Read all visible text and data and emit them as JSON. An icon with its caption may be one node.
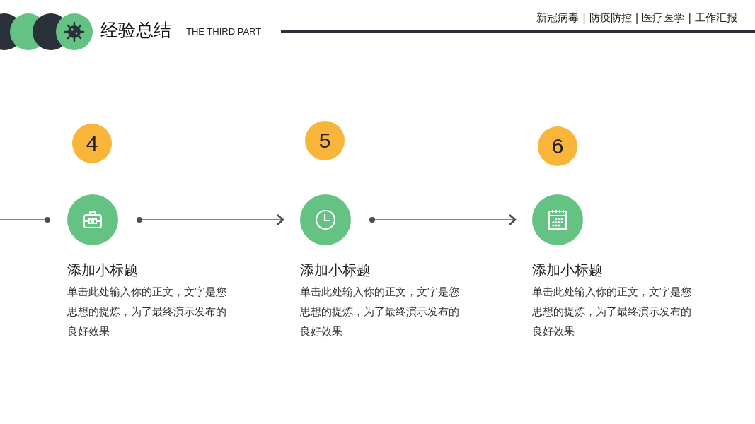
{
  "diagram": {
    "title": "经验总结",
    "nodes": [
      {
        "text": [
          "4"
        ]
      },
      {
        "text": [],
        "shape": "circle",
        "beside": [
          "添加小标题",
          "单击此处输入你的正文，文字是您思想的提炼，为了最终演示发布的良好效果"
        ]
      },
      {
        "text": [
          "5"
        ]
      },
      {
        "text": [],
        "shape": "circle",
        "beside": [
          "添加小标题",
          "单击此处输入你的正文，文字是您思想的提炼，为了最终演示发布的良好效果"
        ]
      },
      {
        "text": [
          "6"
        ]
      },
      {
        "text": [],
        "shape": "circle",
        "beside": [
          "添加小标题",
          "单击此处输入你的正文，文字是您思想的提炼，为了最终演示发布的良好效果"
        ]
      }
    ],
    "edges": [
      {
        "from": null,
        "to": 1,
        "arrow": "other"
      },
      {
        "from": 1,
        "to": 3,
        "arrow": "to"
      },
      {
        "from": 3,
        "to": 5,
        "arrow": "to"
      }
    ],
    "labels": [
      "THE THIRD PART",
      "新冠病毒 | 防疫防控 | 医疗医学 | 工作汇报"
    ]
  }
}
